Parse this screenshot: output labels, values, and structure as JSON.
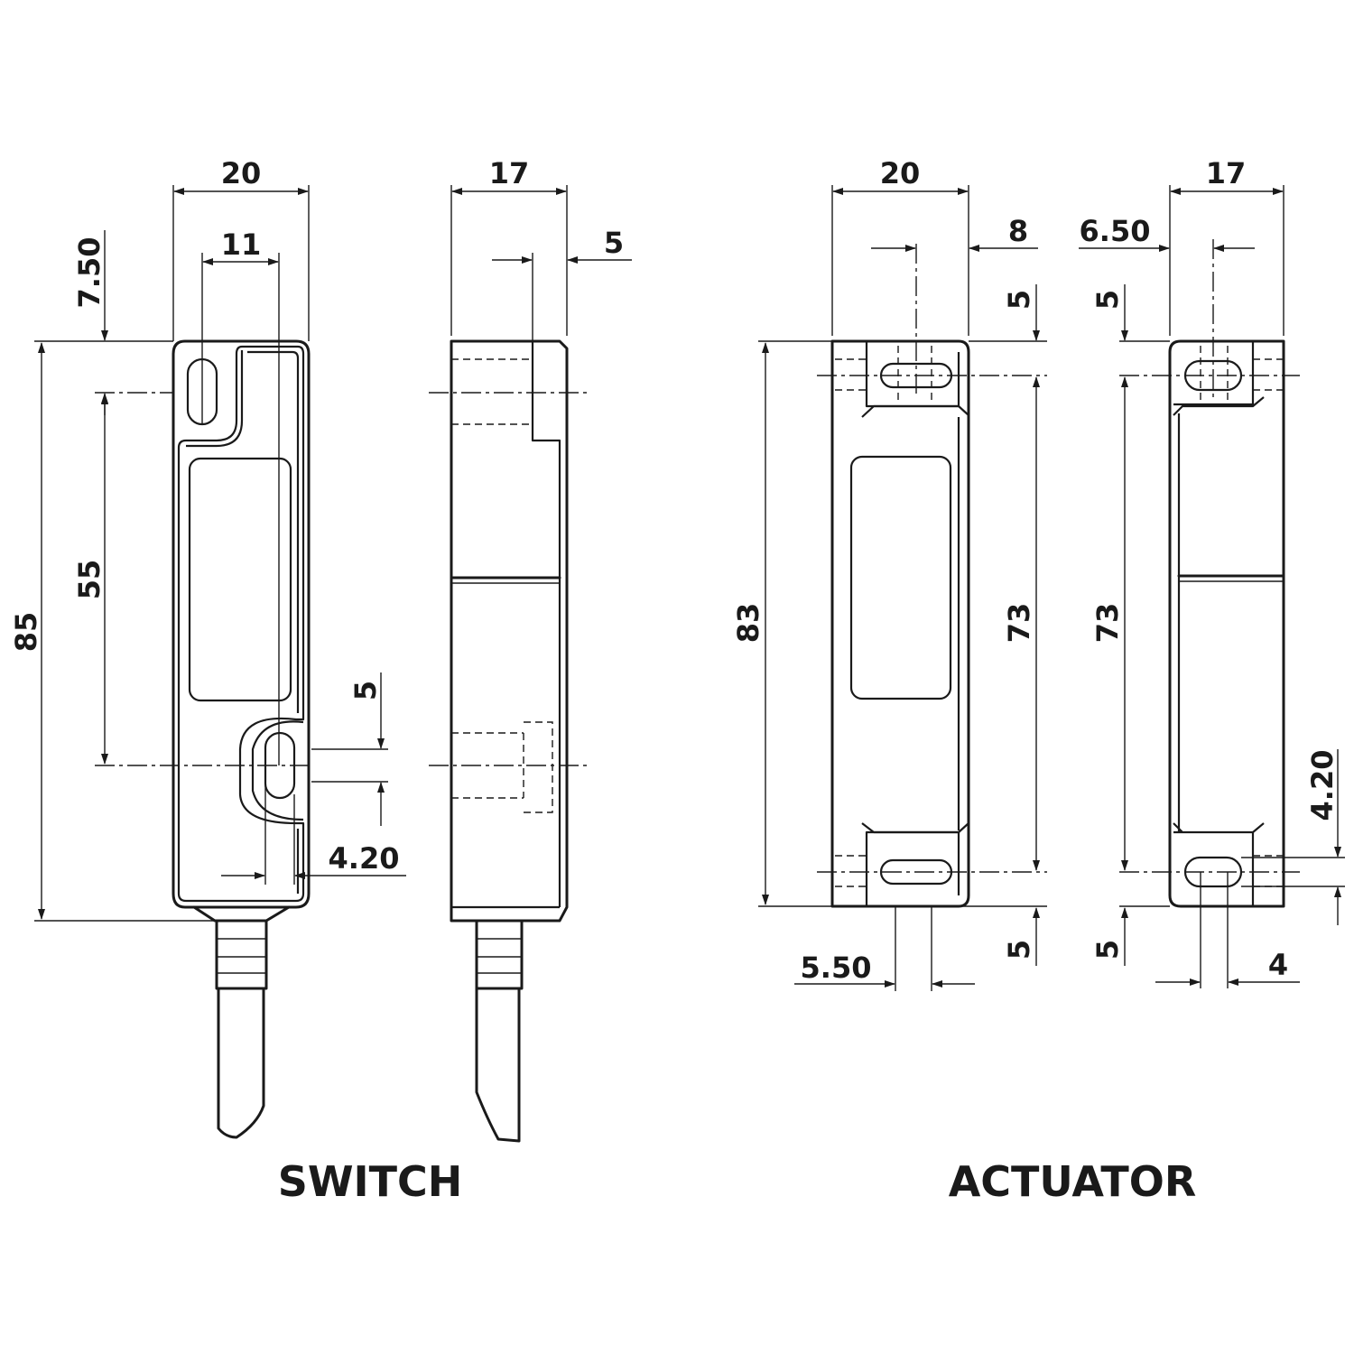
{
  "switch": {
    "title": "SWITCH",
    "front_width": "20",
    "hole_spacing_width": "11",
    "top_hole_offset": "7.50",
    "hole_pitch": "55",
    "overall_length": "85",
    "slot_length": "5",
    "slot_width": "4.20",
    "side_width": "17",
    "side_step": "5"
  },
  "actuator": {
    "title": "ACTUATOR",
    "front_width": "20",
    "hole_offset": "8",
    "slot_top_margin": "5",
    "overall_length": "83",
    "hole_pitch": "73",
    "slot_bottom_margin": "5",
    "slot_length": "5.50",
    "side_width": "17",
    "side_hole_offset": "6.50",
    "side_top_margin": "5",
    "side_hole_pitch": "73",
    "side_slot_width": "4.20",
    "side_bottom_margin": "5",
    "side_slot_length": "4"
  }
}
